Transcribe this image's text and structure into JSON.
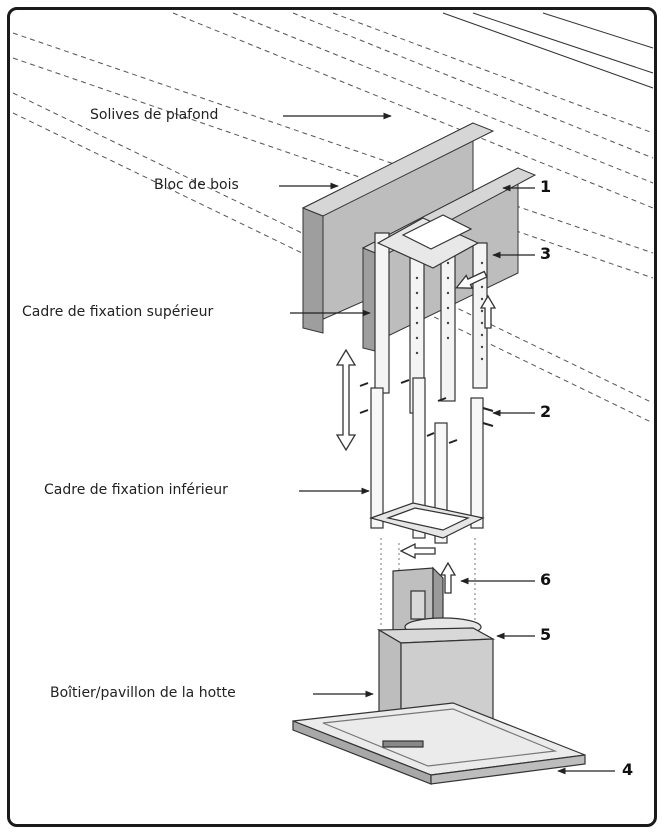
{
  "labels": {
    "ceiling_joists": "Solives de plafond",
    "wood_block": "Bloc de bois",
    "upper_frame": "Cadre de fixation supérieur",
    "lower_frame": "Cadre de fixation inférieur",
    "hood_body": "Boîtier/pavillon de la hotte"
  },
  "callouts": {
    "n1": "1",
    "n2": "2",
    "n3": "3",
    "n4": "4",
    "n5": "5",
    "n6": "6"
  }
}
